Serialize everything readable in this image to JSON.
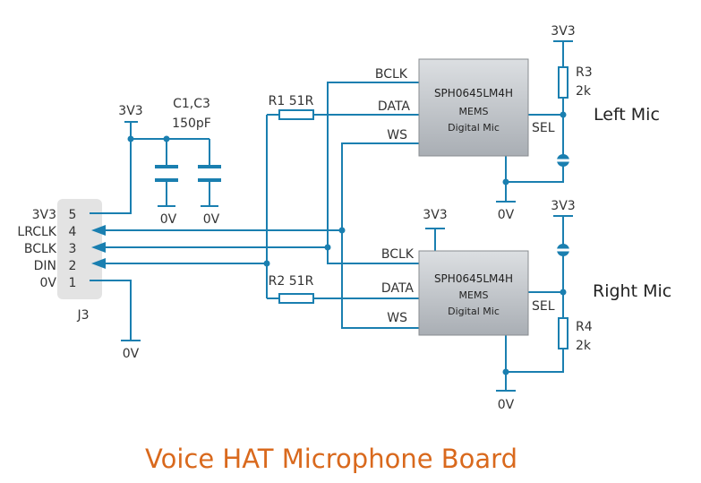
{
  "title": "Voice HAT Microphone Board",
  "colors": {
    "wire": "#1a7fb0",
    "title": "#d9691d",
    "chip": "#a9aeb4",
    "connector": "#e3e3e3"
  },
  "connector": {
    "ref": "J3",
    "pins": [
      {
        "num": "5",
        "name": "3V3"
      },
      {
        "num": "4",
        "name": "LRCLK"
      },
      {
        "num": "3",
        "name": "BCLK"
      },
      {
        "num": "2",
        "name": "DIN"
      },
      {
        "num": "1",
        "name": "0V"
      }
    ]
  },
  "capacitors": {
    "ref": "C1,C3",
    "value": "150pF",
    "supply": "3V3",
    "ground1": "0V",
    "ground2": "0V"
  },
  "j3_ground": "0V",
  "resistors": {
    "r1": {
      "label": "R1 51R"
    },
    "r2": {
      "label": "R2 51R"
    },
    "r3": {
      "ref": "R3",
      "value": "2k"
    },
    "r4": {
      "ref": "R4",
      "value": "2k"
    }
  },
  "mic_top": {
    "part": "SPH0645LM4H",
    "line2": "MEMS",
    "line3": "Digital Mic",
    "pin_bclk": "BCLK",
    "pin_data": "DATA",
    "pin_ws": "WS",
    "pin_sel": "SEL",
    "name": "Left Mic",
    "supply": "3V3",
    "ground": "0V"
  },
  "mic_bottom": {
    "part": "SPH0645LM4H",
    "line2": "MEMS",
    "line3": "Digital Mic",
    "pin_bclk": "BCLK",
    "pin_data": "DATA",
    "pin_ws": "WS",
    "pin_sel": "SEL",
    "name": "Right Mic",
    "supply": "3V3",
    "supply_sel": "3V3",
    "ground": "0V"
  }
}
